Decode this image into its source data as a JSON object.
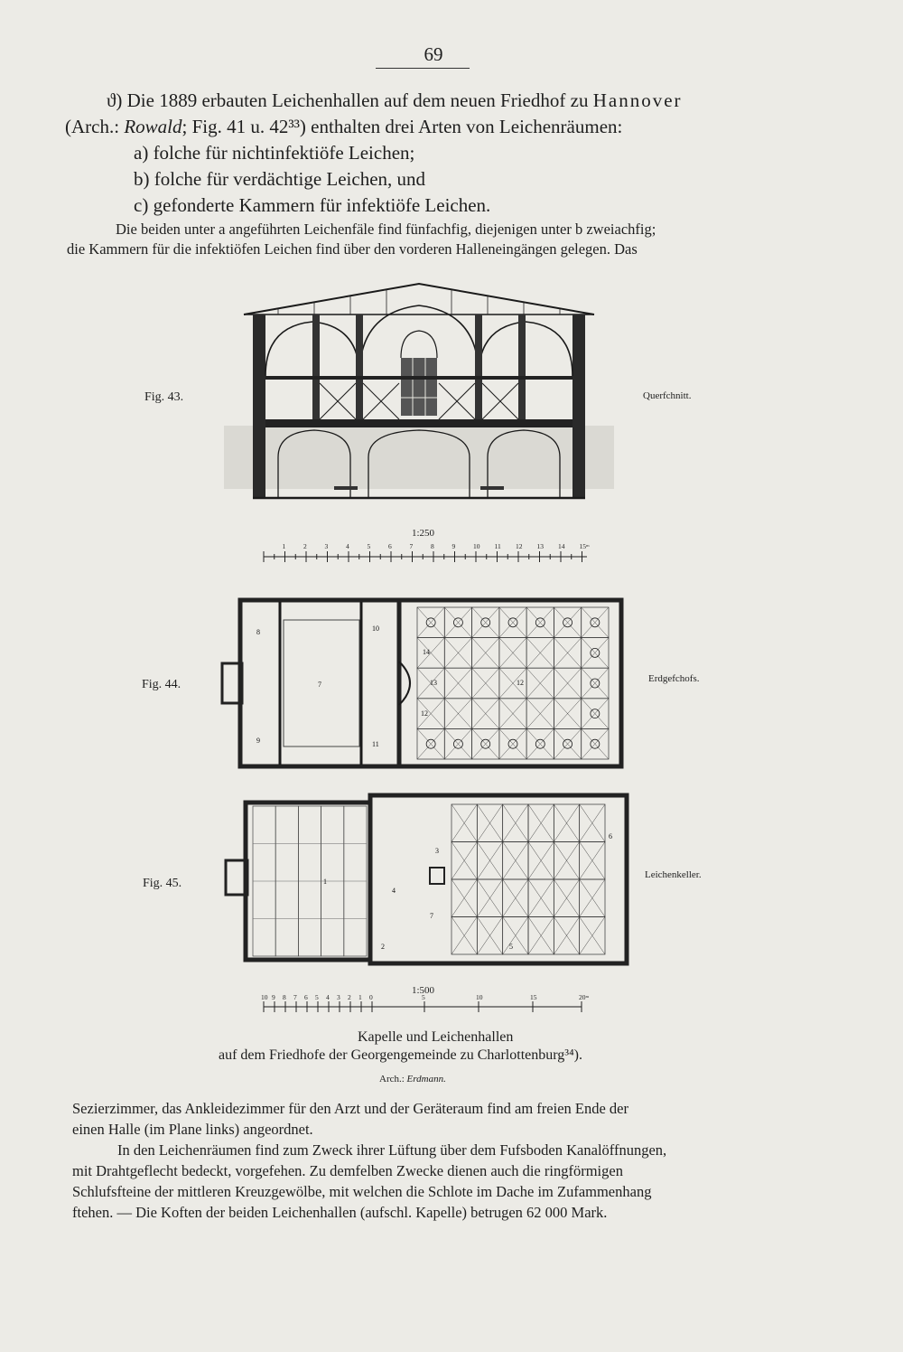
{
  "page_number": "69",
  "intro": {
    "line1_pre": "ϑ) Die 1889 erbauten Leichenhallen auf dem neuen Friedhof zu",
    "line1_city": "Hannover",
    "line2_pre": "(Arch.:",
    "line2_arch": "Rowald",
    "line2_post": "; Fig. 41 u. 42³³) enthalten drei Arten von Leichenräumen:",
    "item_a": "a) folche für nichtinfektiöfe Leichen;",
    "item_b": "b) folche für verdächtige Leichen, und",
    "item_c": "c) gefonderte Kammern für infektiöfe Leichen."
  },
  "para1": {
    "line1": "Die beiden unter a angeführten Leichenfäle find fünfachfig, diejenigen unter b zweiachfig;",
    "line2": "die Kammern für die infektiöfen Leichen find über den vorderen Halleneingängen gelegen.  Das"
  },
  "figures": {
    "fig43": {
      "label": "Fig. 43.",
      "title": "Querfchnitt.",
      "scale": "1:250",
      "ticks": [
        "1",
        "2",
        "3",
        "4",
        "5",
        "6",
        "7",
        "8",
        "9",
        "10",
        "11",
        "12",
        "13",
        "14",
        "15ᵐ"
      ]
    },
    "fig44": {
      "label": "Fig. 44.",
      "title": "Erdgefchofs.",
      "rooms": [
        "8",
        "10",
        "7",
        "9",
        "11",
        "14",
        "13",
        "12",
        "12"
      ]
    },
    "fig45": {
      "label": "Fig. 45.",
      "title": "Leichenkeller.",
      "rooms": [
        "1",
        "2",
        "3",
        "4",
        "5",
        "6",
        "7"
      ]
    },
    "scale2": "1:500",
    "scale2_ticks": [
      "10",
      "9",
      "8",
      "7",
      "6",
      "5",
      "4",
      "3",
      "2",
      "1",
      "0",
      "5",
      "10",
      "15",
      "20ᵐ"
    ]
  },
  "caption": {
    "line1": "Kapelle und Leichenhallen",
    "line2": "auf dem Friedhofe der Georgengemeinde zu Charlottenburg³⁴).",
    "arch_pre": "Arch.:",
    "arch_name": "Erdmann."
  },
  "para2": {
    "line1": "Sezierzimmer, das Ankleidezimmer für den Arzt und der Geräteraum find am freien Ende der",
    "line2": "einen Halle (im Plane links) angeordnet."
  },
  "para3": {
    "line1": "In den Leichenräumen find zum Zweck ihrer Lüftung über dem Fufsboden Kanalöffnungen,",
    "line2": "mit Drahtgeflecht bedeckt, vorgefehen.  Zu demfelben Zwecke dienen auch die ringförmigen",
    "line3": "Schlufsfteine der mittleren Kreuzgewölbe, mit welchen die Schlote im Dache im Zufammenhang",
    "line4": "ftehen. — Die Koften der beiden Leichenhallen (aufschl. Kapelle) betrugen 62 000 Mark."
  }
}
